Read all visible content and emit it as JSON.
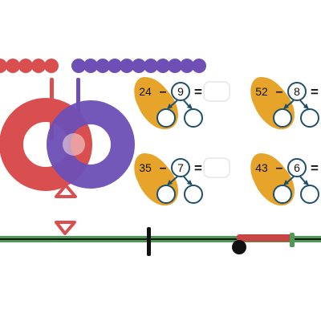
{
  "colors": {
    "red": "#d94f4f",
    "purple": "#6d4fb5",
    "gold": "#e6a42a",
    "teal": "#1f4f6a",
    "green": "#4f9a55",
    "line": "#111111"
  },
  "icons": {
    "triangle_up": "triangle-up-icon",
    "triangle_down": "triangle-down-icon"
  },
  "counters": {
    "red_count": 5,
    "purple_count": 11
  },
  "number_line": {
    "playhead_fraction": 0.745,
    "range_end_fraction": 0.91
  },
  "problems": [
    {
      "left": "24",
      "minus": "–",
      "right": "9",
      "equals": "="
    },
    {
      "left": "52",
      "minus": "–",
      "right": "8",
      "equals": "="
    },
    {
      "left": "35",
      "minus": "–",
      "right": "7",
      "equals": "="
    },
    {
      "left": "43",
      "minus": "–",
      "right": "6",
      "equals": "="
    }
  ]
}
